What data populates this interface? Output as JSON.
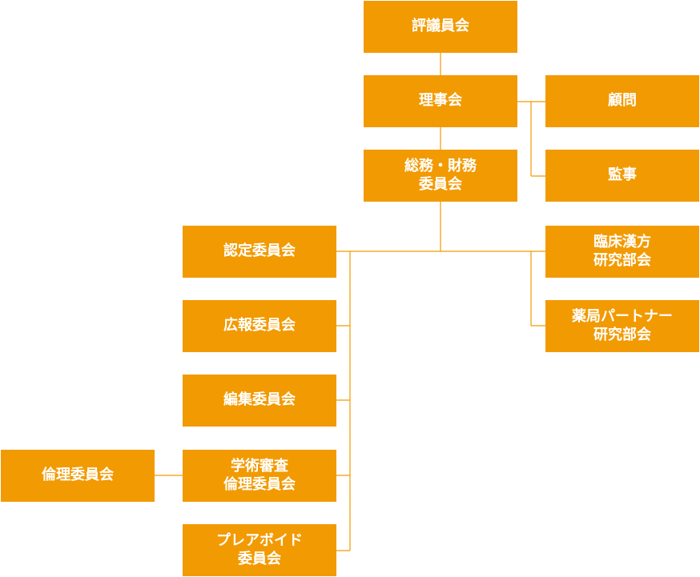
{
  "nodes": {
    "council": "評議員会",
    "board": "理事会",
    "advisor": "顧問",
    "auditor": "監事",
    "general_affairs": "総務・財務\n委員会",
    "certification": "認定委員会",
    "clinical_kampo": "臨床漢方\n研究部会",
    "public_relations": "広報委員会",
    "pharmacy_partner": "薬局パートナー\n研究部会",
    "editorial": "編集委員会",
    "ethics": "倫理委員会",
    "academic_review": "学術審査\n倫理委員会",
    "pre_avoid": "プレアボイド\n委員会"
  },
  "colors": {
    "node_fill": "#f29a02",
    "node_text": "#ffffff",
    "connector": "#f29a02"
  }
}
